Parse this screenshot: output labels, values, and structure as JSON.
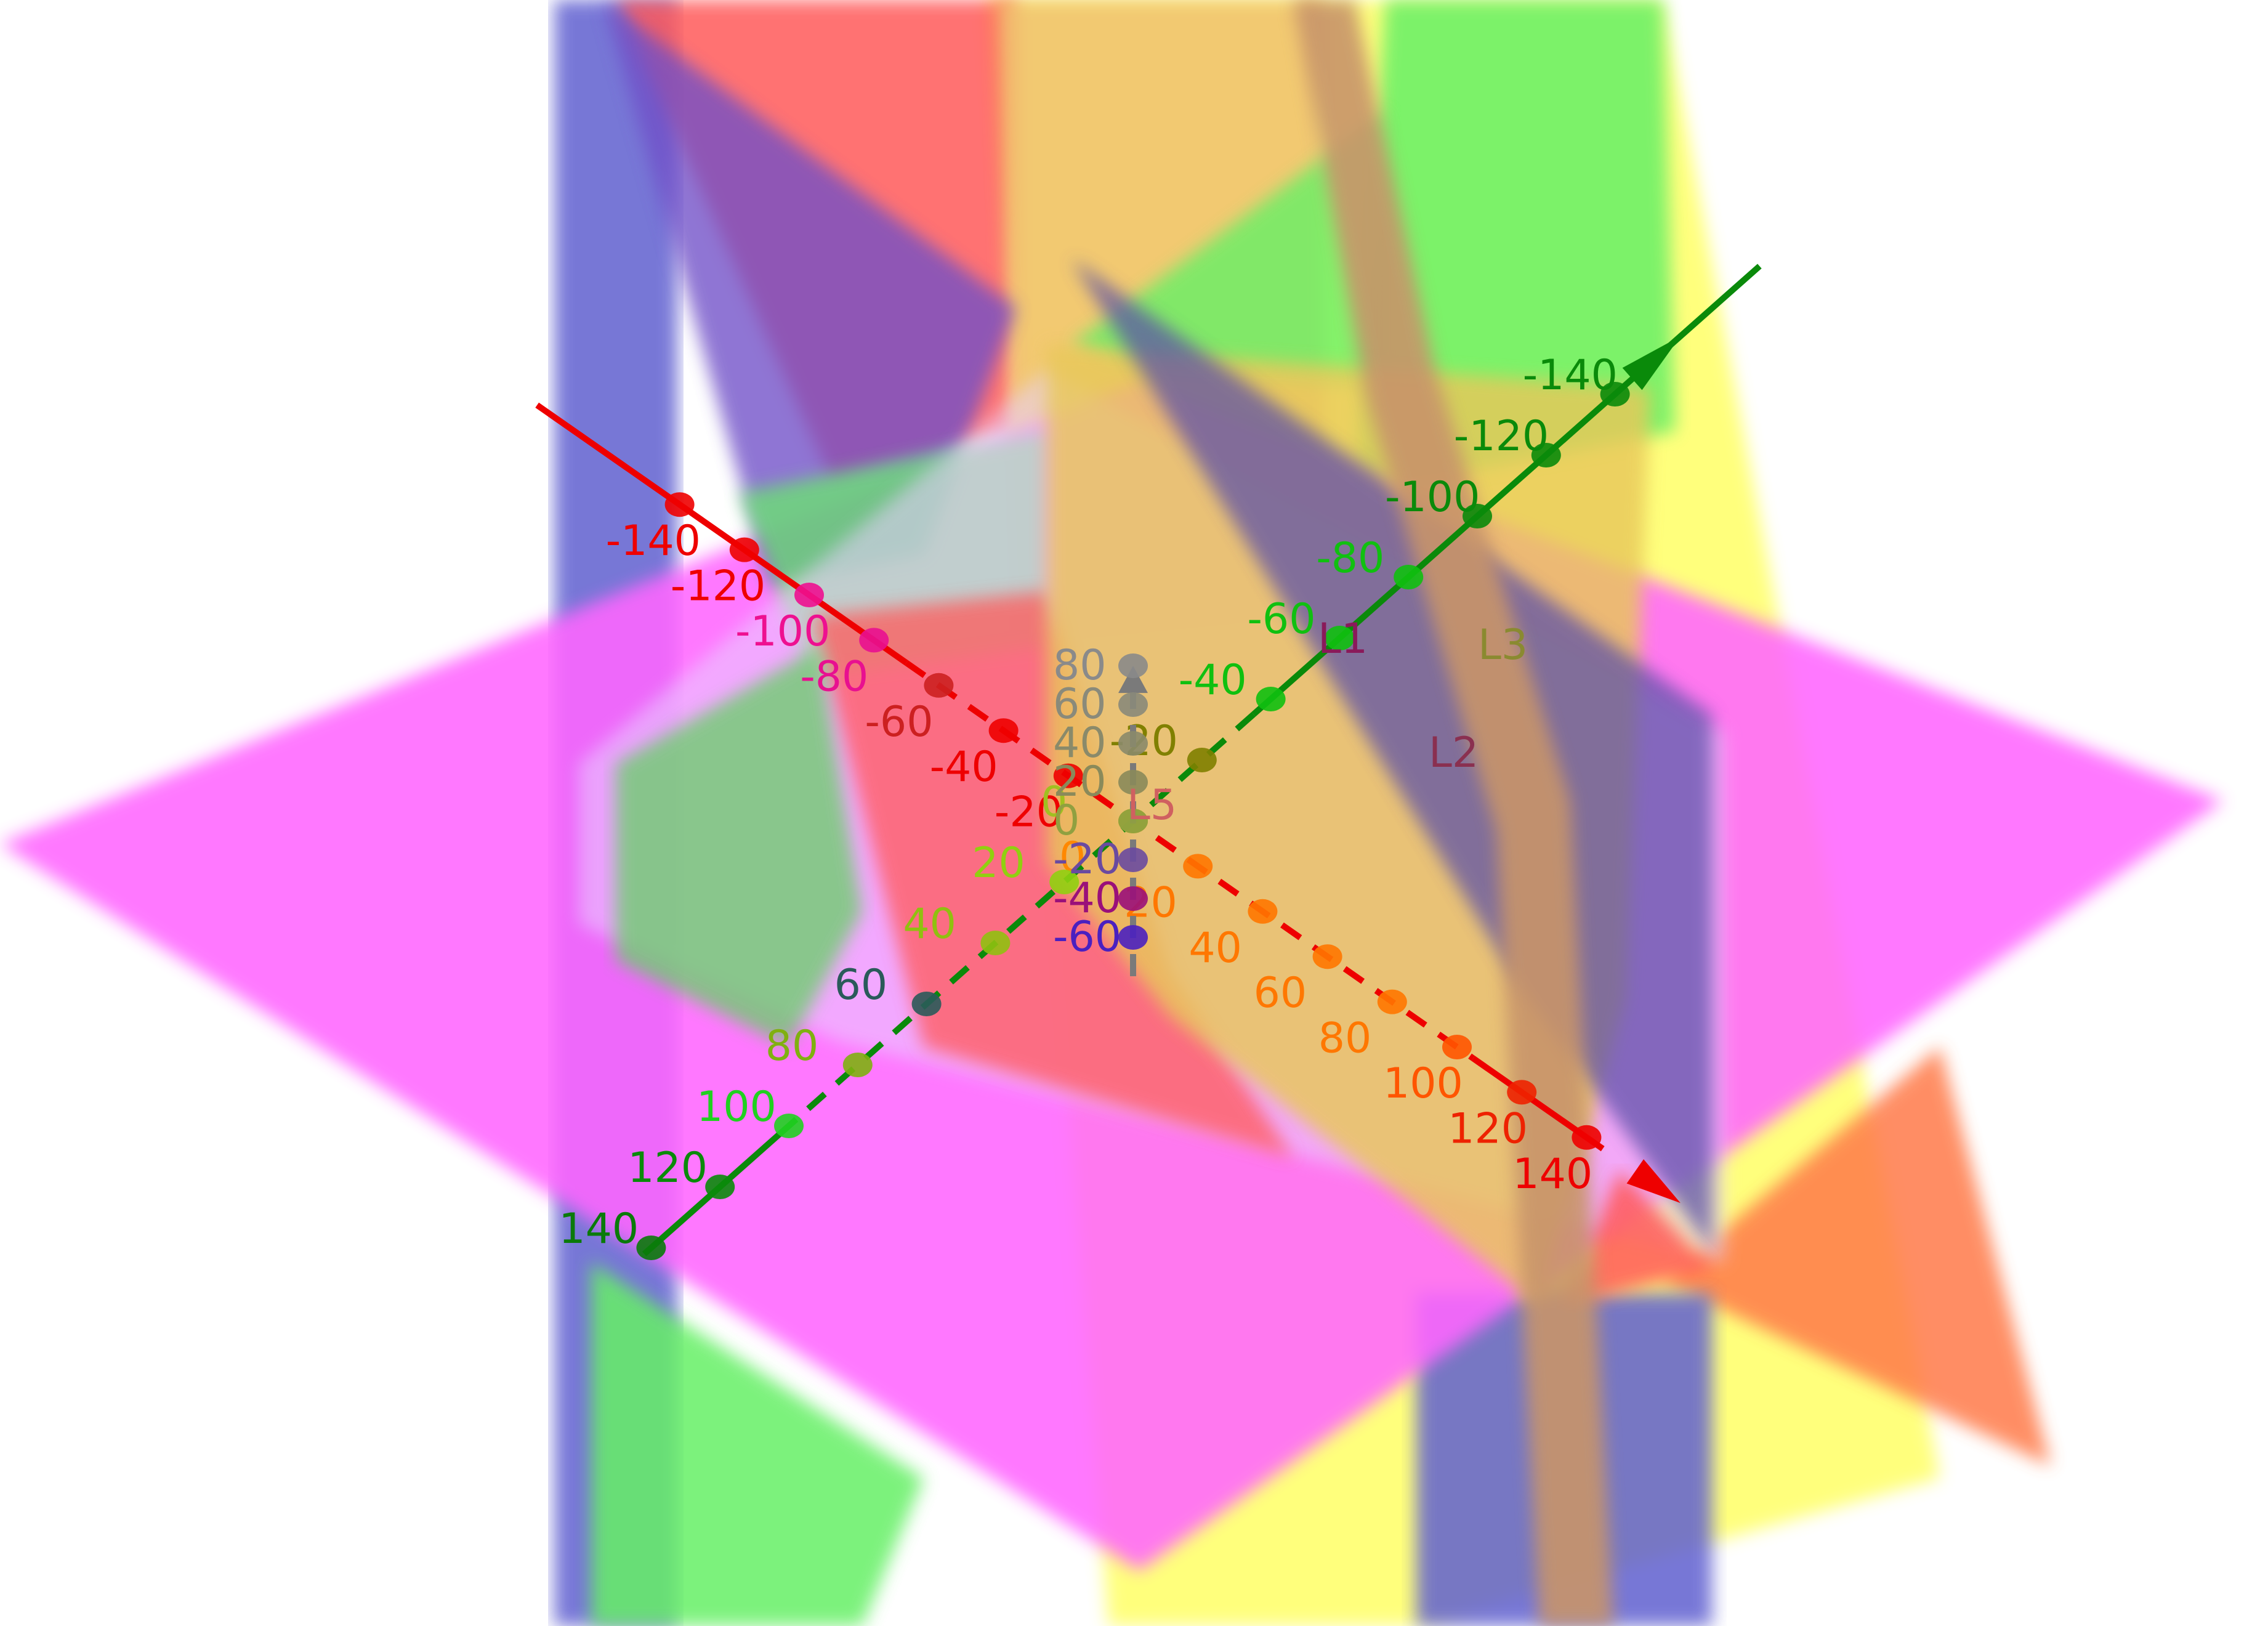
{
  "colors": {
    "x_axis": "#ee0000",
    "y_axis": "#0a8a0a",
    "z_axis": "#7a7a7a",
    "plane_magenta": "#ff66ff",
    "plane_red": "#ff5a5a",
    "plane_blue": "#6060d0",
    "plane_green": "#66f066",
    "plane_yellow": "#ffff66",
    "plane_gold": "#e8c85a",
    "plane_orange": "#ff7a4a",
    "band_tan": "#c8946a",
    "panel_light": "#e8d0ff"
  },
  "x_axis": {
    "ticks": [
      {
        "value": -140,
        "label": "-140",
        "color": "#ee0000"
      },
      {
        "value": -120,
        "label": "-120",
        "color": "#ee0000"
      },
      {
        "value": -100,
        "label": "-100",
        "color": "#ee1090"
      },
      {
        "value": -80,
        "label": "-80",
        "color": "#e81090"
      },
      {
        "value": -60,
        "label": "-60",
        "color": "#cc2020"
      },
      {
        "value": -40,
        "label": "-40",
        "color": "#ee0000"
      },
      {
        "value": -20,
        "label": "-20",
        "color": "#ee0000"
      },
      {
        "value": 0,
        "label": "0",
        "color": "#ff8800"
      },
      {
        "value": 20,
        "label": "20",
        "color": "#ff7700"
      },
      {
        "value": 40,
        "label": "40",
        "color": "#ff7700"
      },
      {
        "value": 60,
        "label": "60",
        "color": "#ff7700"
      },
      {
        "value": 80,
        "label": "80",
        "color": "#ff7700"
      },
      {
        "value": 100,
        "label": "100",
        "color": "#ff5500"
      },
      {
        "value": 120,
        "label": "120",
        "color": "#ee2200"
      },
      {
        "value": 140,
        "label": "140",
        "color": "#ee0000"
      }
    ]
  },
  "y_axis": {
    "ticks": [
      {
        "value": -140,
        "label": "-140",
        "color": "#0a8a0a"
      },
      {
        "value": -120,
        "label": "-120",
        "color": "#0a8a0a"
      },
      {
        "value": -100,
        "label": "-100",
        "color": "#0a8a0a"
      },
      {
        "value": -80,
        "label": "-80",
        "color": "#10c010"
      },
      {
        "value": -60,
        "label": "-60",
        "color": "#10c010"
      },
      {
        "value": -40,
        "label": "-40",
        "color": "#10c010"
      },
      {
        "value": -20,
        "label": "-20",
        "color": "#808000"
      },
      {
        "value": 0,
        "label": "0",
        "color": "#a0c020"
      },
      {
        "value": 20,
        "label": "20",
        "color": "#90d010"
      },
      {
        "value": 40,
        "label": "40",
        "color": "#90c010"
      },
      {
        "value": 60,
        "label": "60",
        "color": "#2a5a5a"
      },
      {
        "value": 80,
        "label": "80",
        "color": "#80b010"
      },
      {
        "value": 100,
        "label": "100",
        "color": "#20d020"
      },
      {
        "value": 120,
        "label": "120",
        "color": "#0a8a0a"
      },
      {
        "value": 140,
        "label": "140",
        "color": "#0a7a0a"
      }
    ]
  },
  "z_axis": {
    "ticks": [
      {
        "value": -60,
        "label": "-60",
        "color": "#4a20c0"
      },
      {
        "value": -40,
        "label": "-40",
        "color": "#9a107a"
      },
      {
        "value": -20,
        "label": "-20",
        "color": "#6a4aa0"
      },
      {
        "value": 0,
        "label": "0",
        "color": "#90a040"
      },
      {
        "value": 20,
        "label": "20",
        "color": "#8a8a5a"
      },
      {
        "value": 40,
        "label": "40",
        "color": "#8a8a6a"
      },
      {
        "value": 60,
        "label": "60",
        "color": "#8a8a7a"
      },
      {
        "value": 80,
        "label": "80",
        "color": "#8a8a8a"
      }
    ]
  },
  "line_labels": [
    {
      "label": "L1",
      "color": "#8a1a5a"
    },
    {
      "label": "L2",
      "color": "#8a3050"
    },
    {
      "label": "L3",
      "color": "#8a8a30"
    },
    {
      "label": "L5",
      "color": "#d06060"
    }
  ]
}
